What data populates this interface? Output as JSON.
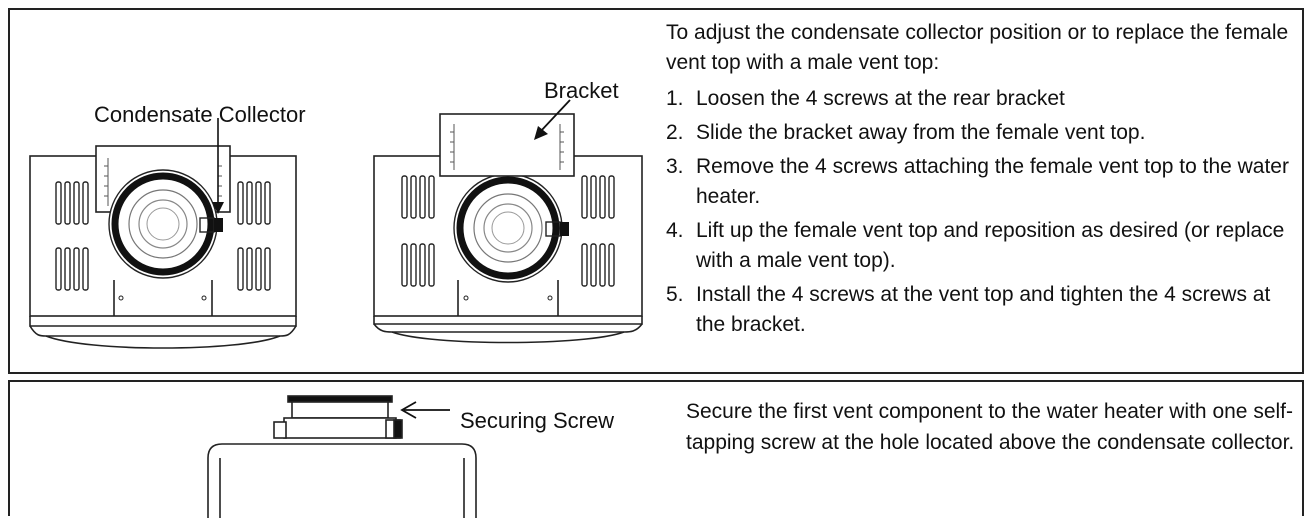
{
  "top_panel": {
    "labels": {
      "condensate_collector": "Condensate Collector",
      "bracket": "Bracket"
    },
    "intro": "To adjust the condensate collector position or to replace the female vent top with a male vent top:",
    "steps": [
      {
        "num": "1.",
        "text": "Loosen the 4 screws at the rear bracket"
      },
      {
        "num": "2.",
        "text": "Slide the bracket away from the female vent top."
      },
      {
        "num": "3.",
        "text": "Remove the 4 screws attaching the female vent top to the water heater."
      },
      {
        "num": "4.",
        "text": "Lift up the female vent top and reposition as desired (or replace with a male vent top)."
      },
      {
        "num": "5.",
        "text": "Install the 4 screws at the vent top and tighten the 4 screws at the bracket."
      }
    ]
  },
  "bottom_panel": {
    "label_securing_screw": "Securing Screw",
    "text": "Secure the first vent component to the water heater with one self-tapping screw at the hole located above the condensate collector."
  }
}
